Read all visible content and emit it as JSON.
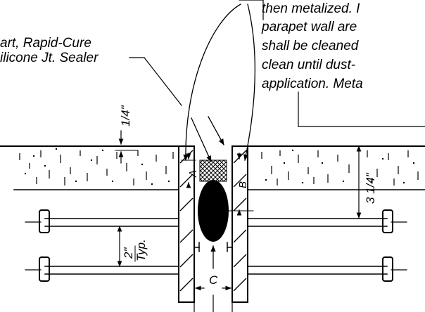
{
  "callout_left": {
    "line1": "art, Rapid-Cure",
    "line2": "ilicone Jt. Sealer"
  },
  "callout_right": {
    "line1": "then metalized. I",
    "line2": "parapet wall are",
    "line3": "shall be cleaned",
    "line4": "clean until dust-",
    "line5": "application. Meta"
  },
  "dimensions": {
    "top_quarter": "1/4\"",
    "depth": "3 1/4\"",
    "bar_spacing": "2\"",
    "bar_spacing_note": "Typ.",
    "a": "A",
    "b": "B",
    "c": "C"
  }
}
